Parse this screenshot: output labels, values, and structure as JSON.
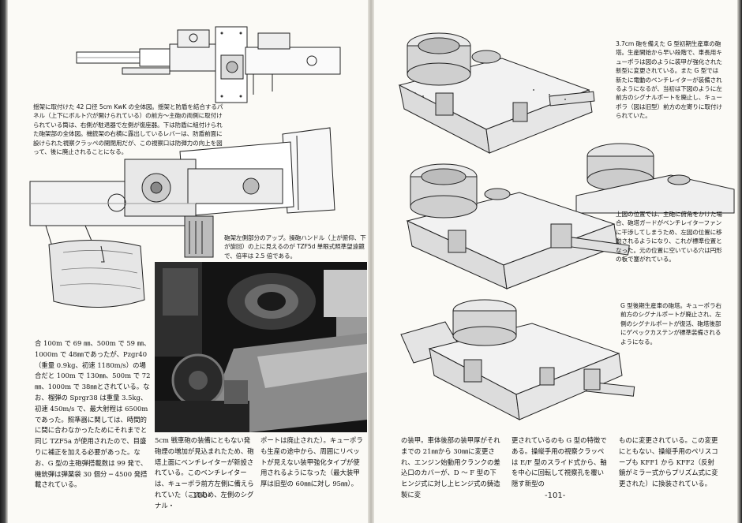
{
  "left_page": {
    "caption_gun": "揺架に取付けた 42 口径 5cm KwK の全体図。揺架と防盾を結合するパネル（上下にボルト穴が開けられている）の前方〜主砲の両側に取付けられている筒は、右側が駐退器で左側が復座器。下は防盾に組付けられた砲架部の全体図。機銃架の右横に露出しているレバーは、防盾前面に設けられた視察クラッペの開閉用だが、この視察口は防弾力の向上を図って、後に廃止されることになる。",
    "caption_sight": "砲架左側部分のアップ。操砲ハンドル（上が俯仰、下が旋回）の上に見えるのが TZF5d 単眼式照準望遠鏡で、倍率は 2.5 倍である。",
    "body_col1": "合 100m で 69 ㎜、500m で 59 ㎜、1000m で 48㎜であったが、Pzgr40（重量 0.9kg、初速 1180m/s）の場合だと 100m で 130㎜、500m で 72㎜、1000m で 38㎜とされている。なお、榴弾の Sprgr38 は重量 3.5kg、初速 450m/s で、最大射程は 6500m であった。照準器に関しては、時間的に間に合わなかったためにそれまでと同じ TZF5a が使用されたので、目盛りに補正を加える必要があった。なお、G 型の主砲弾搭載数は 99 発で、機銃弾は弾薬袋 30 個分 ─ 4500 発搭載されている。",
    "body_col2": "5cm 戦車砲の装備にともない発砲煙の増加が見込まれたため、砲塔上面にベンチレイターが新設されている。このベンチレイターは、キューポラ前方左側に備えられていた（このため、左側のシグナル・",
    "body_col3": "ポートは廃止された）。キューポラも生産の途中から、周囲にリベットが見えない装甲強化タイプが使用されるようになった（最大装甲厚は旧型の 60㎜に対し 95㎜）。",
    "page_number": "-100-"
  },
  "right_page": {
    "caption_top": "3.7cm 砲を備えた G 型初期生産車の砲塔。生産開始から早い段階で、車長用キューポラは図のように装甲が強化された新型に変更されている。また G 型では新たに電動のベンチレイターが装備されるようになるが、当初は下図のように左前方のシグナルポートを廃止し、キューポラ（図は旧型）前方の左寄りに取付けられていた。",
    "caption_middle": "上図の位置では、主砲に俯角をかけた場合、砲塔ガードがベンチレイターファンに干渉してしまうため、左図の位置に移動されるようになり、これが標準位置となった。元の位置に空いている穴は円形の板で塞がれている。",
    "caption_bottom": "G 型後期生産車の砲塔。キューポラ右前方のシグナルポートが廃止され、左側のシグナルポートが復活、砲塔後部にゲペックカステンが標準装備されるようになる。",
    "body_col1": "の装甲。車体後部の装甲厚がそれまでの 21㎜から 30㎜に変更され、エンジン始動用クランクの差込口のカバーが、D 〜 F 型の下ヒンジ式に対し上ヒンジ式の鋳造製に変",
    "body_col2": "更されているのも G 型の特徴である。操縦手用の視察クラッペは E/F 型のスライド式から、軸を中心に回転して視察孔を覆い隠す新型の",
    "body_col3": "ものに変更されている。この変更にともない、操縦手用のペリスコープも KFF1 から KFF2（反射鏡がミラー式からプリズム式に変更された）に換装されている。",
    "page_number": "-101-"
  }
}
